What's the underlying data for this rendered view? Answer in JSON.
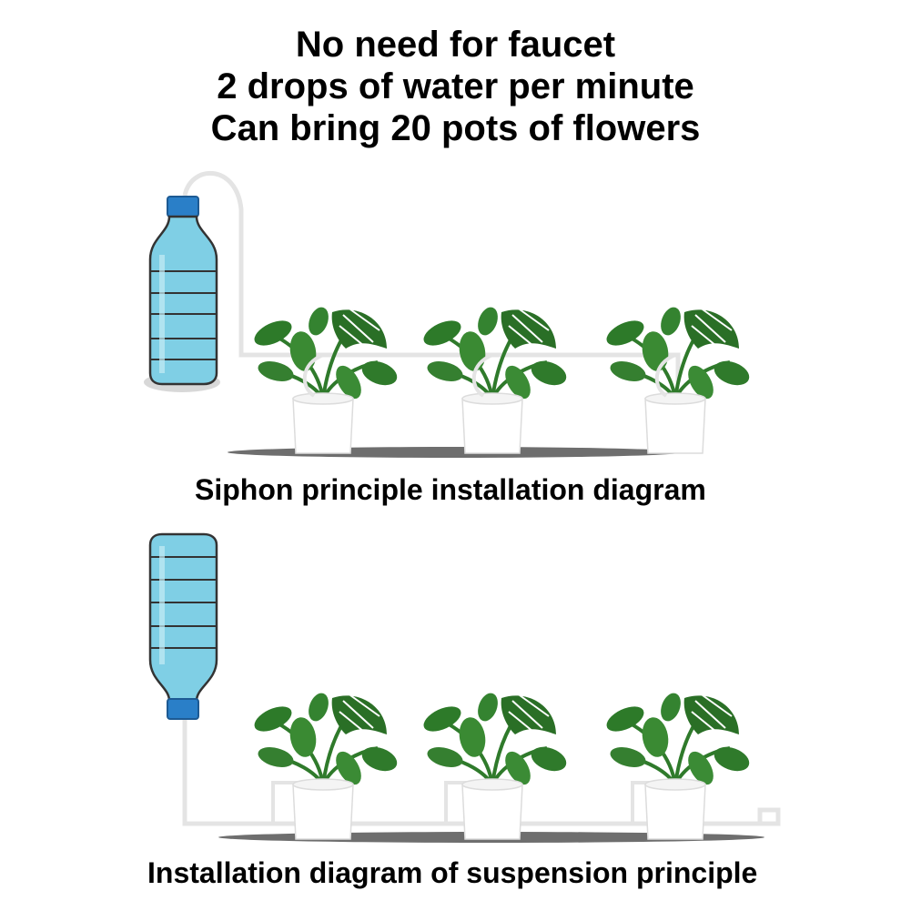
{
  "headline": {
    "line1": "No need for faucet",
    "line2": "2 drops of water per minute",
    "line3": "Can bring 20 pots of flowers"
  },
  "diagrams": [
    {
      "caption": "Siphon principle installation diagram"
    },
    {
      "caption": "Installation diagram of suspension principle"
    }
  ],
  "colors": {
    "water": "#7fcfe5",
    "bottle_cap": "#2a7fc8",
    "tube": "#e4e4e4",
    "leaf": "#2f7a2b",
    "pot": "#ffffff",
    "shadow": "#6e6e6e"
  }
}
